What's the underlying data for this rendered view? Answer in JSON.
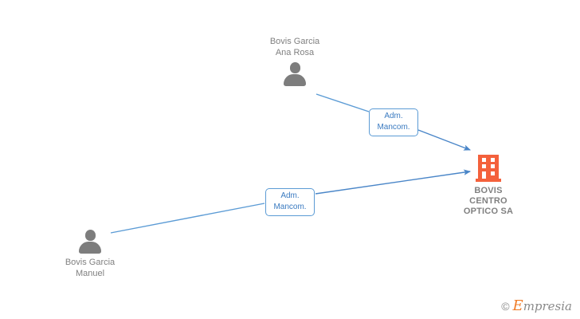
{
  "diagram": {
    "type": "org-relationship-graph",
    "background_color": "#ffffff",
    "line_color": "#5b9bd5",
    "person_color": "#7d7d7d",
    "company_color": "#f4613c",
    "text_color": "#808080",
    "nodes": [
      {
        "id": "person-ana-rosa",
        "kind": "person",
        "icon": "person-icon",
        "label_line1": "Bovis Garcia",
        "label_line2": "Ana Rosa",
        "label_position": "above"
      },
      {
        "id": "person-manuel",
        "kind": "person",
        "icon": "person-icon",
        "label_line1": "Bovis Garcia",
        "label_line2": "Manuel",
        "label_position": "below"
      },
      {
        "id": "company-bovis",
        "kind": "company",
        "icon": "building-icon",
        "label_line1": "BOVIS",
        "label_line2": "CENTRO",
        "label_line3": "OPTICO SA",
        "label_position": "below"
      }
    ],
    "edges": [
      {
        "id": "edge-ana-rosa-to-company",
        "from": "person-ana-rosa",
        "to": "company-bovis",
        "label_line1": "Adm.",
        "label_line2": "Mancom.",
        "arrow": true
      },
      {
        "id": "edge-manuel-to-company",
        "from": "person-manuel",
        "to": "company-bovis",
        "label_line1": "Adm.",
        "label_line2": "Mancom.",
        "arrow": true
      }
    ]
  },
  "watermark": {
    "copyright": "©",
    "brand_initial": "E",
    "brand_rest": "mpresia"
  }
}
